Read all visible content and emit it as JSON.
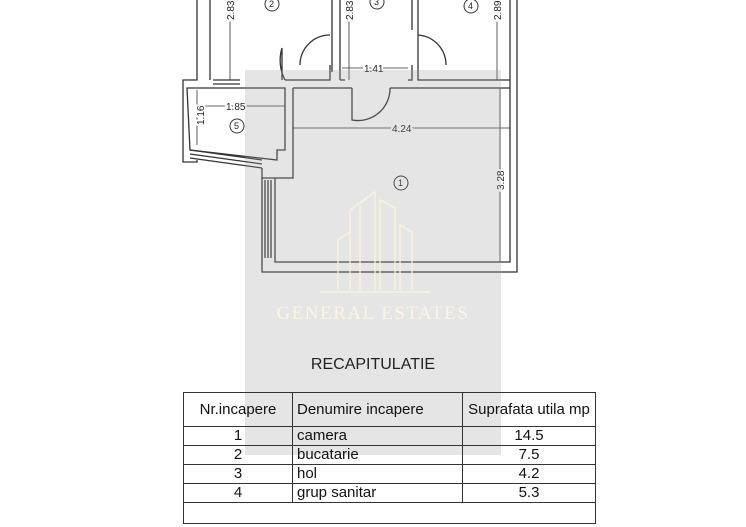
{
  "plan": {
    "rooms": [
      "1",
      "2",
      "3",
      "4",
      "5"
    ],
    "dimensions": {
      "d_room2": "2.83",
      "d_room3": "2.83",
      "d_room4": "2.89",
      "d_hall": "1.41",
      "d_room5_w": "1.85",
      "d_room5_h": "1.16",
      "d_room1_w": "4.24",
      "d_room1_h": "3.28"
    }
  },
  "watermark": {
    "brand": "GENERAL ESTATES"
  },
  "summary": {
    "title": "RECAPITULATIE",
    "headers": [
      "Nr.incapere",
      "Denumire incapere",
      "Suprafata utila mp"
    ],
    "rows": [
      {
        "nr": "1",
        "name": "camera",
        "area": "14.5"
      },
      {
        "nr": "2",
        "name": "bucatarie",
        "area": "7.5"
      },
      {
        "nr": "3",
        "name": "hol",
        "area": "4.2"
      },
      {
        "nr": "4",
        "name": "grup sanitar",
        "area": "5.3"
      }
    ]
  }
}
